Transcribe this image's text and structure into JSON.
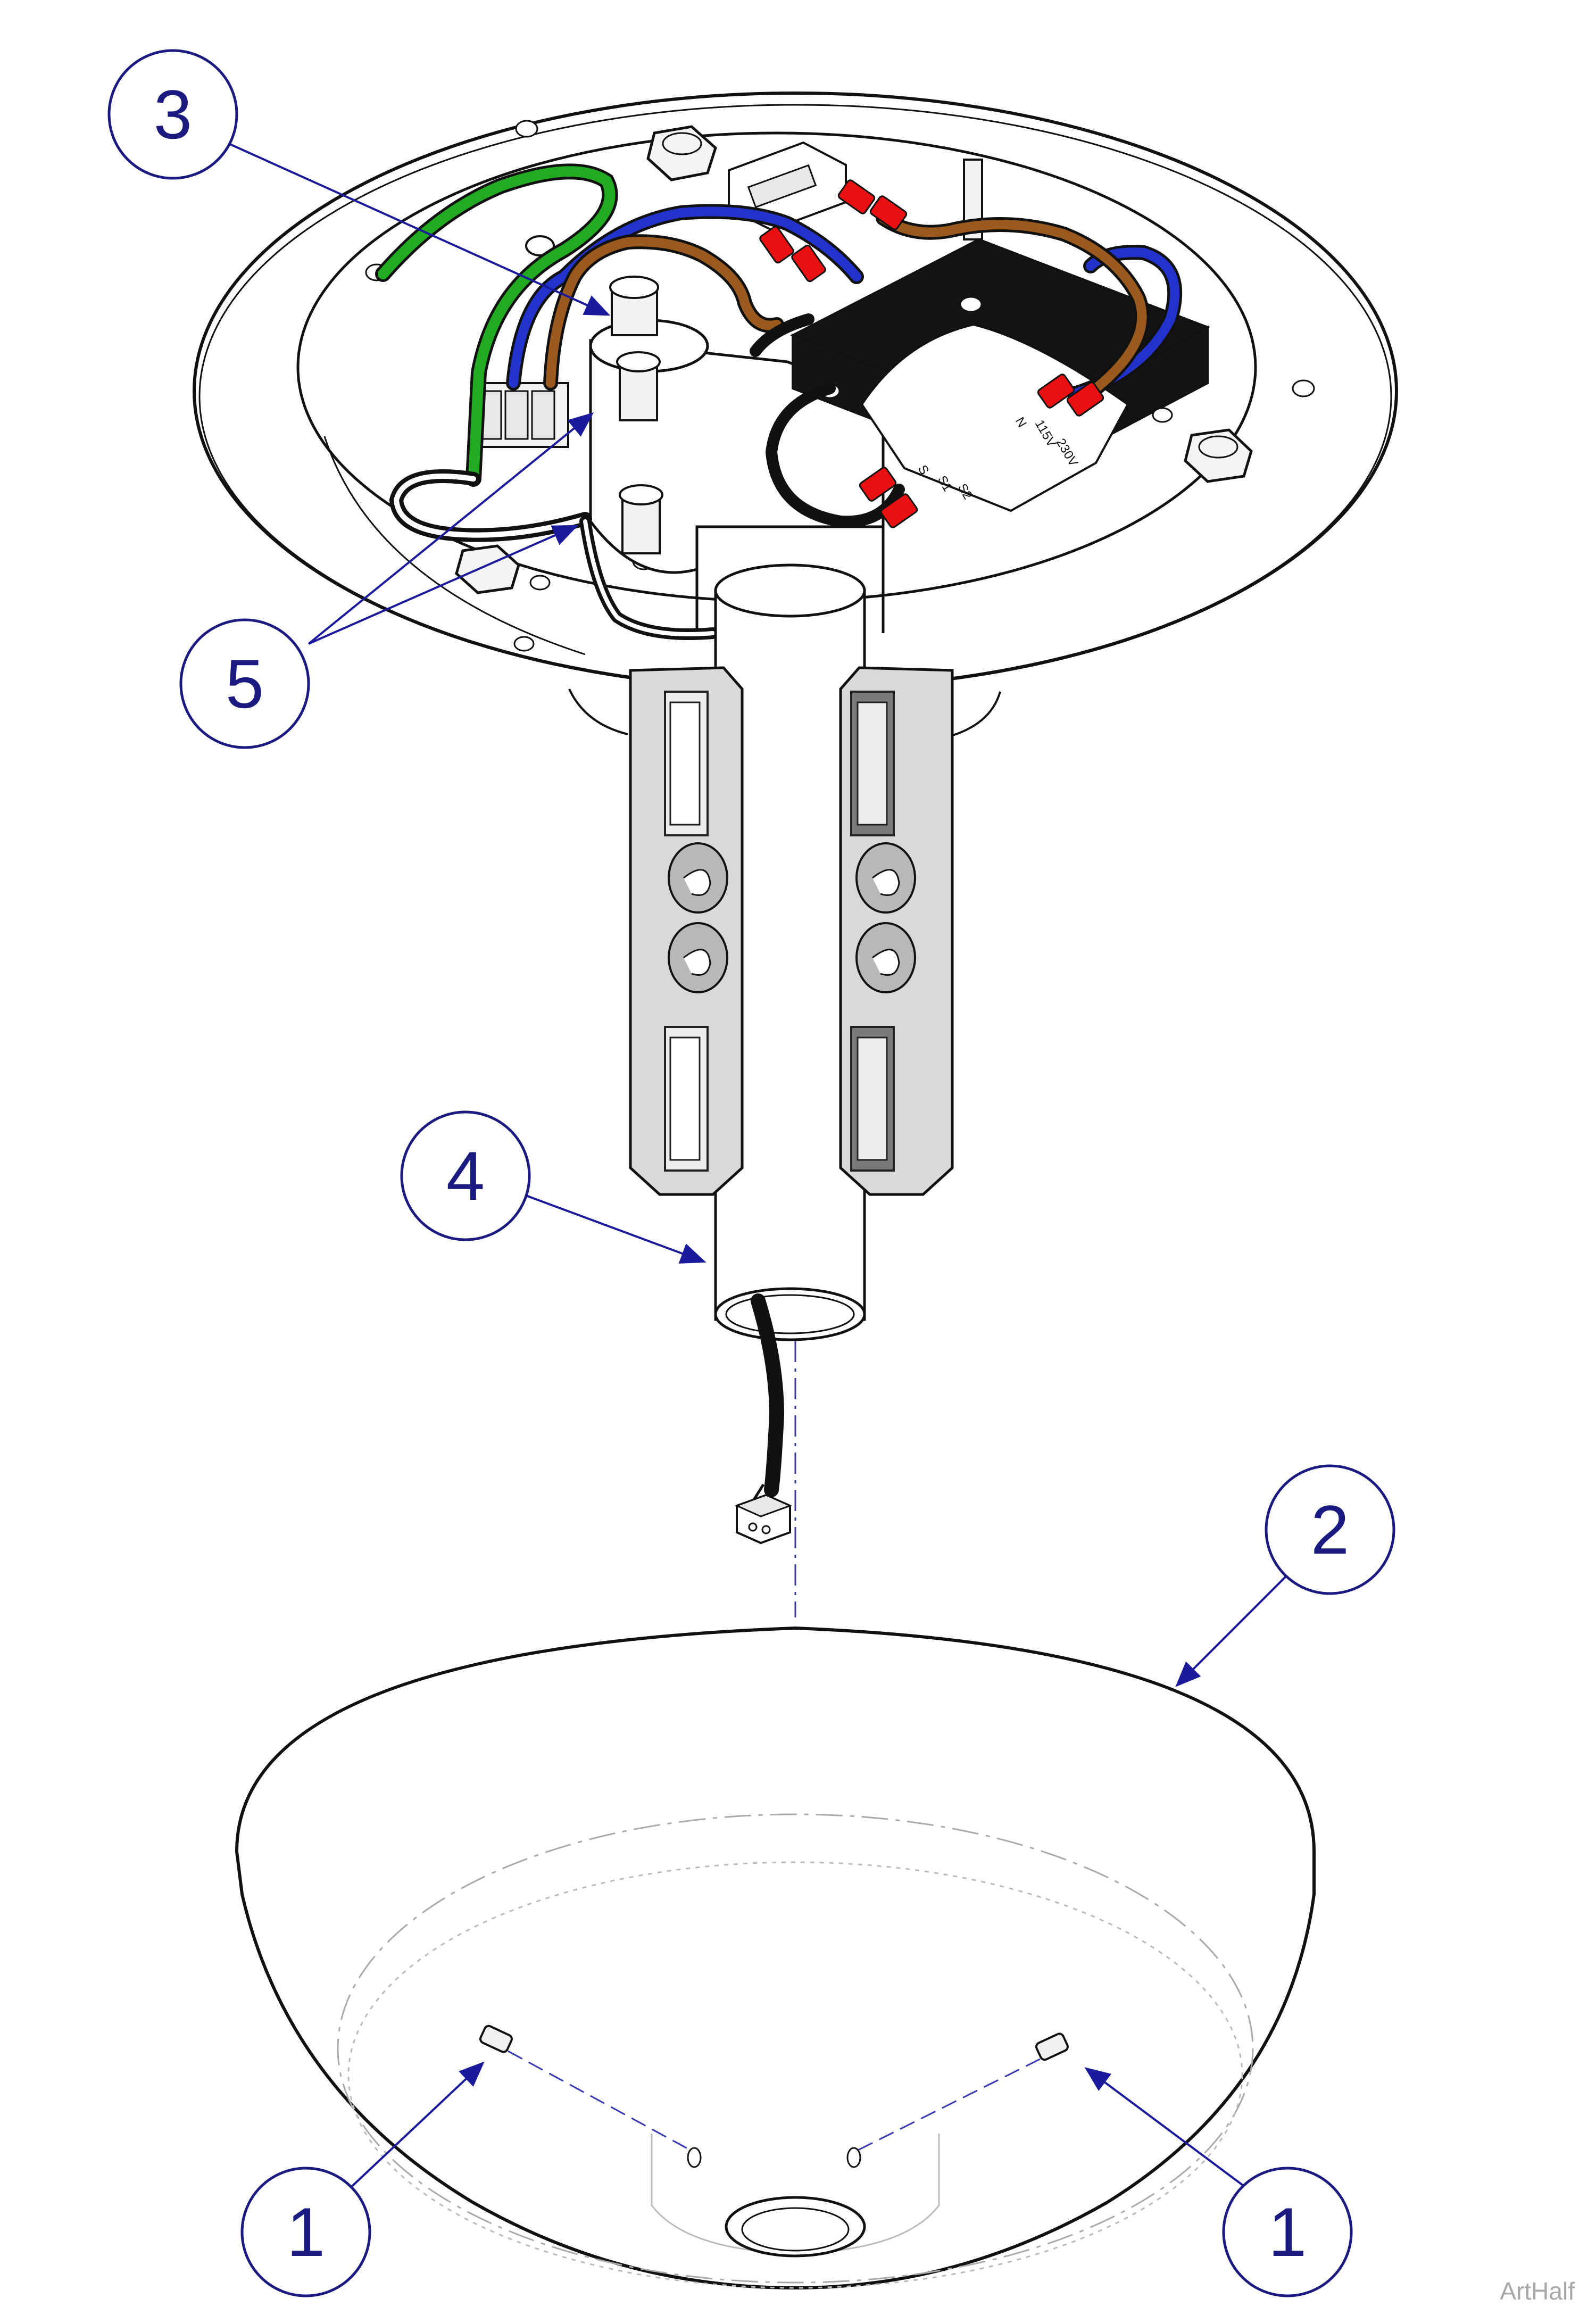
{
  "figure": {
    "watermark": "ArtHalf",
    "colors": {
      "callout": "#1a1a80",
      "arrow": "#1a1a9a",
      "wire_green": "#22aa22",
      "wire_blue": "#2233cc",
      "wire_brown": "#9a5a1e",
      "wire_black": "#111111",
      "terminal_red": "#e81010",
      "block_black": "#141414",
      "bracket_gray": "#d9d9d9"
    }
  },
  "callouts": [
    {
      "id": "c3",
      "label": "3"
    },
    {
      "id": "c5",
      "label": "5"
    },
    {
      "id": "c4",
      "label": "4"
    },
    {
      "id": "c2",
      "label": "2"
    },
    {
      "id": "c1a",
      "label": "1"
    },
    {
      "id": "c1b",
      "label": "1"
    }
  ],
  "terminal_labels": {
    "n": "N",
    "v115": "115V",
    "v230": "230V",
    "s": "S",
    "s1": "S1",
    "s2": "S2"
  }
}
